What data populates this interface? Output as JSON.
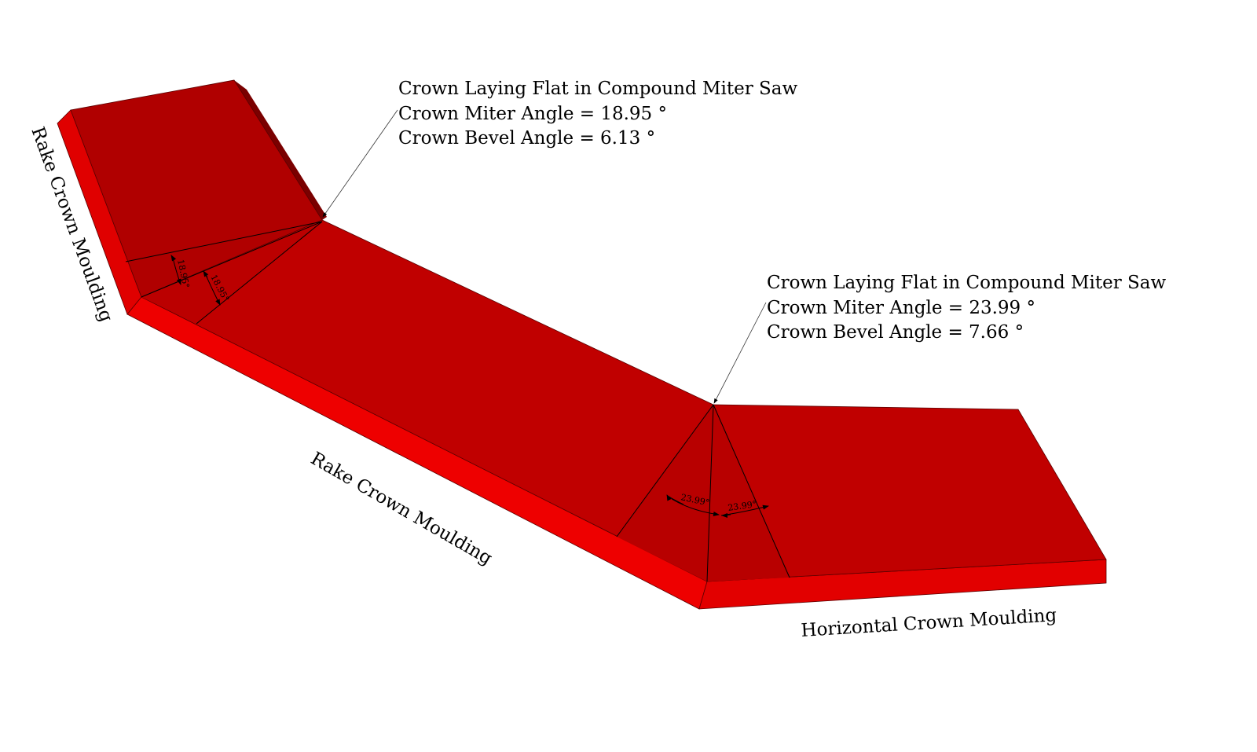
{
  "colors": {
    "top_face": "#c00000",
    "top_face_dark": "#b00000",
    "side_face": "#ee0000",
    "dark_edge": "#7a0000"
  },
  "callouts": [
    {
      "lines": [
        "Crown Laying Flat in Compound Miter Saw",
        "Crown Miter Angle = 18.95 °",
        "Crown Bevel Angle = 6.13 °"
      ]
    },
    {
      "lines": [
        "Crown Laying Flat in Compound Miter Saw",
        "Crown Miter Angle = 23.99 °",
        "Crown Bevel Angle = 7.66 °"
      ]
    }
  ],
  "pieces": {
    "left": "Rake Crown Moulding",
    "middle": "Rake Crown Moulding",
    "right": "Horizontal Crown Moulding"
  },
  "angle_labels": {
    "left_a": "18.95°",
    "left_b": "18.95°",
    "right_a": "23.99°",
    "right_b": "23.99°"
  }
}
